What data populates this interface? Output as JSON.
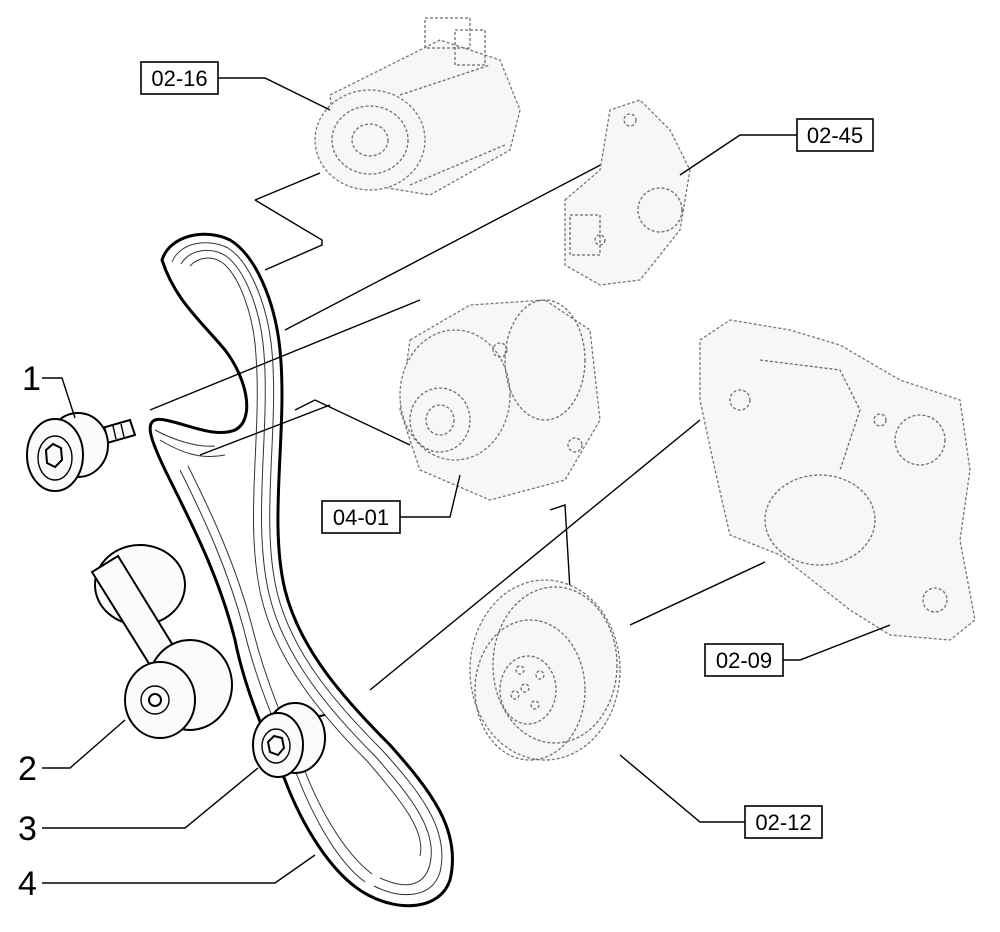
{
  "callouts": {
    "compressor": "02-16",
    "bracket": "02-45",
    "alternator": "04-01",
    "timing_cover": "02-09",
    "damper_pulley": "02-12"
  },
  "item_numbers": {
    "idler_pulley": "1",
    "belt_tensioner": "2",
    "guide_pulley": "3",
    "poly_v_belt": "4"
  }
}
